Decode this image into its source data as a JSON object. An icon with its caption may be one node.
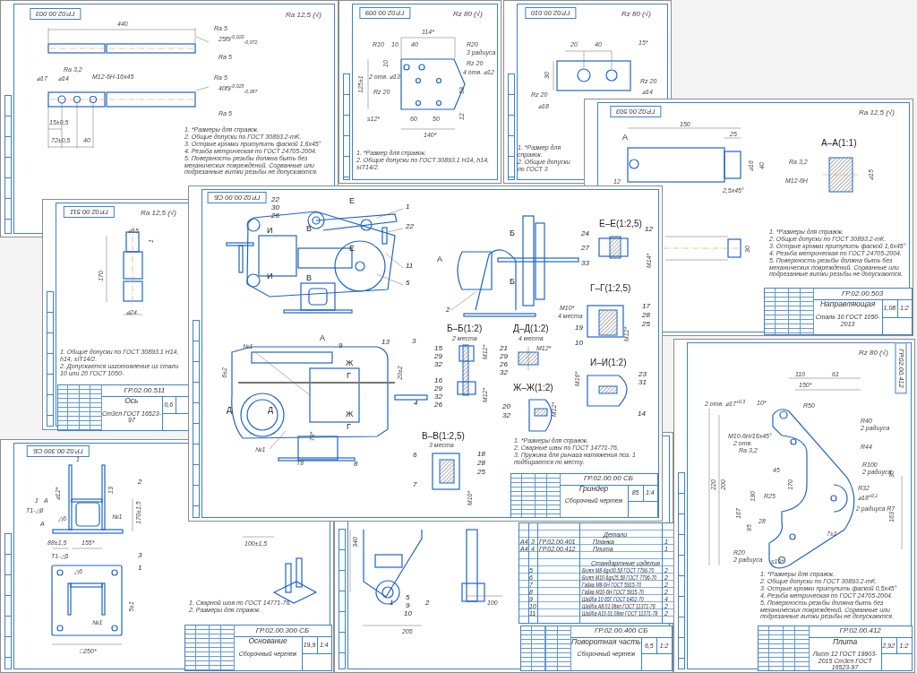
{
  "diagram": {
    "nodes": [
      {
        "text": [
          "ГР.02.00.003"
        ]
      },
      {
        "text": [
          "ГР.02.00.009"
        ]
      },
      {
        "text": [
          "ГР.02.00.010"
        ]
      },
      {
        "text": [
          "ГР.02.00.503"
        ]
      },
      {
        "text": [
          "ГР.02.00.503",
          "Направляющая",
          "Сталь 10 ГОСТ 1050-2013",
          "1,08",
          "1:2"
        ]
      },
      {
        "text": [
          "ГР.02.00.511"
        ]
      },
      {
        "text": [
          "ГР.02.00.511",
          "Ось",
          "Ст3сп ГОСТ 16523-97",
          "0,6"
        ]
      },
      {
        "text": [
          "ГР.02.00.00 СБ"
        ]
      },
      {
        "text": [
          "ГР.02.00.00 СБ",
          "Гриндер",
          "Сборочный чертеж",
          "85",
          "1:4"
        ]
      },
      {
        "text": [
          "ГР.02.00.300 СБ"
        ]
      },
      {
        "text": [
          "ГР.02.00.300 СБ",
          "Основание",
          "Сборочный чертеж",
          "19,9",
          "1:4"
        ]
      },
      {
        "text": [
          "Детали",
          "А4",
          "3",
          "ГР.02.00.401",
          "Планка",
          "1",
          "А4",
          "4",
          "ГР.02.00.412",
          "Плита",
          "1",
          "Стандартные изделия",
          "5",
          "Болт М8-6gх30.58 ГОСТ 7796-70",
          "2",
          "6",
          "Болт М10-6gх25.58 ГОСТ 7796-70",
          "2",
          "7",
          "Гайка М8-6Н ГОСТ 5915-70",
          "2",
          "8",
          "Гайка М10-6Н ГОСТ 5915-70",
          "2",
          "9",
          "Шайба 10 65Г ГОСТ 6402-70",
          "4",
          "10",
          "Шайба А8.01.08кп ГОСТ 11371-78",
          "2",
          "11",
          "Шайба А10.01.08кп ГОСТ 11371-78",
          "2"
        ]
      },
      {
        "text": [
          "ГР.02.00.400 СБ",
          "Поворотная часть",
          "Сборочный чертеж",
          "6,5",
          "1:2"
        ]
      },
      {
        "text": [
          "ГР.02.00.412"
        ]
      },
      {
        "text": [
          "ГР.02.00.412",
          "Плита",
          "Лист 12 ГОСТ 19903-2015 Ст3сп ГОСТ 16523-97",
          "2,92",
          "1:2"
        ]
      }
    ],
    "labels": [
      "Ra 12,5 (√)",
      "440",
      "Ra 5",
      "25f9$^{-0,020}$$_{-0,072}$",
      "Ra 5",
      "Ra 3,2",
      "⌀17",
      "⌀14",
      "М12-6Н-16х45",
      "Ra 5",
      "40f9$^{-0,025}$$_{-0,087}$",
      "Ra 5",
      "15±0,5",
      "72±0,5",
      "40",
      "1. *Размеры для справок.",
      "2. Общие допуски по ГОСТ 30893.2-mK.",
      "3. Острые кромки притупить фаской 1,6х45°",
      "4. Резьба метрическая по ГОСТ 24705-2004.",
      "5. Поверхность резьбы должна быть без механических повреждений. Сорванные или подрезанные витки резьбы не допускаются.",
      "Rz 80 (√)",
      "114*",
      "R10",
      "10",
      "40",
      "R20",
      "3 радиуса",
      "Rz 20",
      "4 отв. ⌀12",
      "2 отв. ⌀13",
      "Rz 20",
      "125±1",
      "10",
      "58",
      "12",
      "s12*",
      "60",
      "50",
      "140*",
      "1. *Размер для справок.",
      "2. Общие допуски по ГОСТ 30893.1 H14, h14, ±IT14/2.",
      "Rz 80 (√)",
      "20",
      "40",
      "15*",
      "30",
      "Rz 20",
      "⌀18",
      "Rz 20",
      "⌀14",
      "1. *Размер для справок.",
      "2. Общие допуски по ГОСТ 3",
      "Ra 12,5 (√)",
      "150",
      "25",
      "А",
      "А–А(1:1)",
      "Ra 3,2",
      "М12-6Н",
      "⌀16",
      "40",
      "⌀15",
      "12",
      "2,5х45°",
      "30",
      "1. *Размеры для справок.",
      "2. Общие допуски по ГОСТ 30893.2-mK.",
      "3. Острые кромки притупить фаской 1,6х45°",
      "4. Резьба метрическая по ГОСТ 24705-2004.",
      "5. Поверхность резьбы должна быть без механических повреждений. Сорванные или подрезанные витки резьбы не допускаются.",
      "Ra 12,5 (√)",
      "⌀15",
      "1",
      "170",
      "⌀24",
      "1. Общие допуски по ГОСТ 30893.1 H14, h14, ±IT14/2.",
      "2. Допускается изготовление из стали 10 или 20 ГОСТ 1050-",
      "22",
      "30",
      "26",
      "Е",
      "1",
      "22",
      "И",
      "В",
      "Е",
      "11",
      "И",
      "В",
      "5",
      "Б",
      "А",
      "Б",
      "2",
      "Е–Е(1:2,5)",
      "24",
      "12",
      "27",
      "33",
      "М14*",
      "Г–Г(1:2,5)",
      "М10*",
      "4 места",
      "17",
      "28",
      "25",
      "19",
      "10",
      "М12*",
      "Б–Б(1:2)",
      "2 места",
      "Д–Д(1:2)",
      "4 места",
      "15",
      "29",
      "32",
      "М12*",
      "16",
      "29",
      "32",
      "26",
      "М12*",
      "21",
      "М12*",
      "29",
      "26",
      "32",
      "Ж–Ж(1:2)",
      "20",
      "32",
      "М12*",
      "И–И(1:2)",
      "М16*",
      "23",
      "31",
      "14",
      "А",
      "№1",
      "9",
      "13",
      "3",
      "Ж",
      "Г",
      "6±2",
      "20±2",
      "4",
      "Д",
      "Д",
      "Ж",
      "Г",
      "78*",
      "№1",
      "Т8",
      "8",
      "В–В(1:2,5)",
      "3 места",
      "6",
      "18",
      "28",
      "25",
      "7",
      "М10*",
      "1. *Размеры для справок.",
      "2. Сварные швы по ГОСТ 14771-76.",
      "3. Пружина для рычага натяжения поз. 1 подбирается по месту.",
      "1",
      "2",
      "⌀12*",
      "13",
      "1",
      "А",
      "Т1-△8",
      "△6",
      "№1",
      "А",
      "170±1,5",
      "88±1,5",
      "155*",
      "100±1,5",
      "Т1-△5",
      "△6",
      "3",
      "1",
      "5±1",
      "№1",
      "□250*",
      "1. Сварной шов по ГОСТ 14771-76.",
      "2. Размеры для справок.",
      "340",
      "1",
      "5",
      "9",
      "10",
      "2",
      "205",
      "100",
      "Rz 80 (√)",
      "110",
      "61",
      "150*",
      "2 отв. ⌀17$^{+0,3}$",
      "10*",
      "R50",
      "R40",
      "2 радиуса",
      "М10-6Н/16х45°",
      "2 отв.",
      "Ra 3,2",
      "R44",
      "R100",
      "2 радиуса",
      "30",
      "45",
      "220",
      "200",
      "170",
      "130",
      "R32",
      "⌀18$^{+0,1}$",
      "2 радиуса R7",
      "163",
      "R25",
      "167",
      "95",
      "28",
      "7±1",
      "R20",
      "2 радиуса",
      "s10*",
      "1. *Размеры для справок.",
      "2. Общие допуски по ГОСТ 30893.2-mK.",
      "3. Острые кромки притупить фаской 0,5х45°",
      "4. Резьба метрическая по ГОСТ 24705-2004.",
      "5. Поверхность резьбы должна быть без механических повреждений. Сорванные или подрезанные витки резьбы не допускаются."
    ]
  }
}
